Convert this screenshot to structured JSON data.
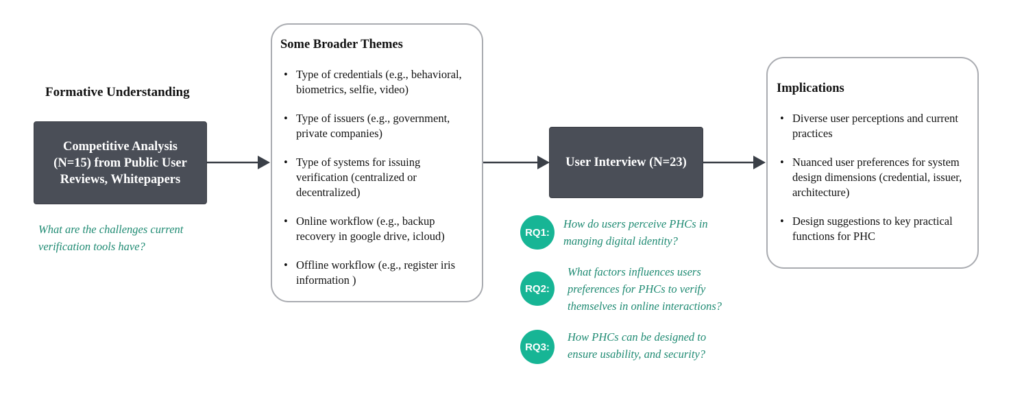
{
  "formative": {
    "heading": "Formative Understanding",
    "box_lines": [
      "Competitive Analysis",
      "(N=15) from Public User",
      "Reviews, Whitepapers"
    ],
    "question_lines": [
      "What are the challenges current",
      "verification tools have?"
    ]
  },
  "themes": {
    "title": "Some Broader Themes",
    "items": [
      [
        "Type of credentials (e.g., behavioral,",
        "biometrics, selfie, video)"
      ],
      [
        "Type of issuers (e.g., government,",
        "private companies)"
      ],
      [
        "Type of systems for issuing",
        "verification (centralized or",
        "decentralized)"
      ],
      [
        "Online workflow (e.g., backup",
        "recovery in google drive, icloud)"
      ],
      [
        "Offline workflow (e.g., register iris",
        "information )"
      ]
    ]
  },
  "interview": {
    "label": "User Interview (N=23)"
  },
  "rqs": [
    {
      "badge": "RQ1:",
      "lines": [
        "How do users perceive PHCs  in",
        "manging digital identity?"
      ]
    },
    {
      "badge": "RQ2:",
      "lines": [
        "What factors influences users",
        "preferences for PHCs to verify",
        "themselves in online interactions?"
      ]
    },
    {
      "badge": "RQ3:",
      "lines": [
        "How PHCs can be designed to",
        "ensure usability, and security?"
      ]
    }
  ],
  "implications": {
    "title": "Implications",
    "items": [
      [
        "Diverse user perceptions and current",
        "practices"
      ],
      [
        "Nuanced user preferences for system",
        "design dimensions (credential, issuer,",
        "architecture)"
      ],
      [
        "Design suggestions to key practical",
        "functions for PHC"
      ]
    ]
  },
  "colors": {
    "dark_box": "#4a4e57",
    "accent_teal": "#17b595",
    "question_text": "#1e8a72",
    "arrow": "#3a3f47"
  }
}
